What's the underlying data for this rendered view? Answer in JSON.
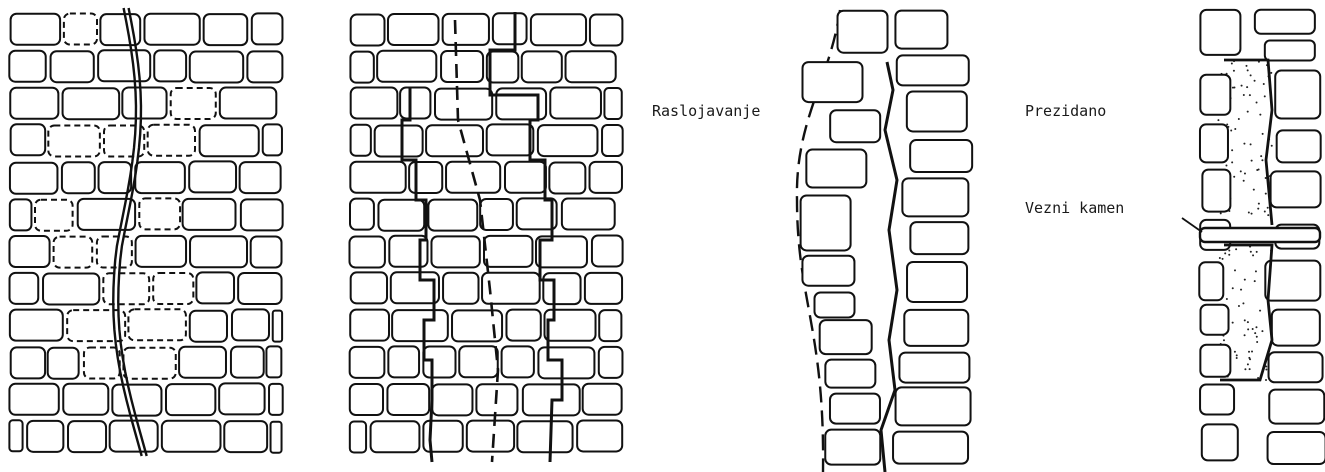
{
  "labels": {
    "layering": "Raslojavanje",
    "rebuilt": "Prezidano",
    "bond_stone": "Vezni kamen"
  },
  "colors": {
    "line": "#111111",
    "paper": "#ffffff",
    "dots": "#222222"
  }
}
